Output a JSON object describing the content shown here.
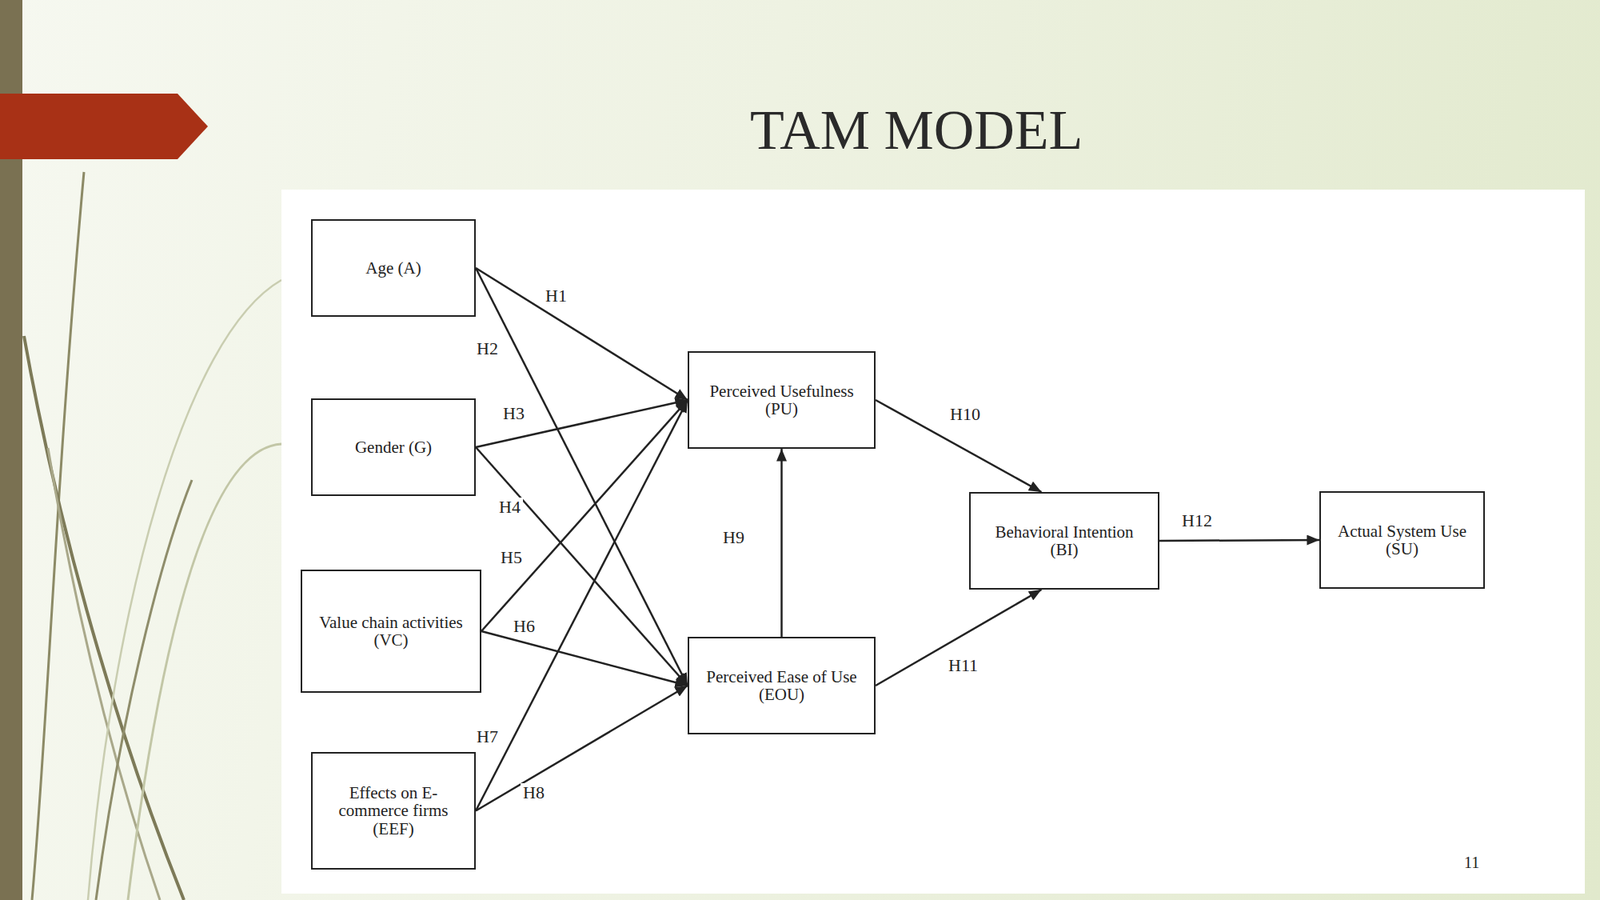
{
  "diagram": {
    "title": "TAM MODEL",
    "nodes": [
      {
        "text": [
          "Age (A)"
        ]
      },
      {
        "text": [
          "Gender (G)"
        ]
      },
      {
        "text": [
          "Value chain activities (VC)"
        ]
      },
      {
        "text": [
          "Effects on E-commerce firms (EEF)"
        ]
      },
      {
        "text": [
          "Perceived Usefulness (PU)"
        ]
      },
      {
        "text": [
          "Perceived Ease of Use (EOU)"
        ]
      },
      {
        "text": [
          "Behavioral Intention (BI)"
        ]
      },
      {
        "text": [
          "Actual System Use (SU)"
        ]
      }
    ],
    "edges": [
      {
        "from": 0,
        "to": 4,
        "arrow": "to",
        "label": "H1"
      },
      {
        "from": 0,
        "to": 5,
        "arrow": "to",
        "label": "H2"
      },
      {
        "from": 1,
        "to": 4,
        "arrow": "to",
        "label": "H3"
      },
      {
        "from": 1,
        "to": 5,
        "arrow": "to",
        "label": "H4"
      },
      {
        "from": 2,
        "to": 4,
        "arrow": "to",
        "label": "H5"
      },
      {
        "from": 2,
        "to": 5,
        "arrow": "to",
        "label": "H6"
      },
      {
        "from": 3,
        "to": 4,
        "arrow": "to",
        "label": "H7"
      },
      {
        "from": 3,
        "to": 5,
        "arrow": "to",
        "label": "H8"
      },
      {
        "from": 5,
        "to": 4,
        "arrow": "to",
        "label": "H9"
      },
      {
        "from": 4,
        "to": 6,
        "arrow": "to",
        "label": "H10"
      },
      {
        "from": 5,
        "to": 6,
        "arrow": "to",
        "label": "H11"
      },
      {
        "from": 6,
        "to": 7,
        "arrow": "to",
        "label": "H12"
      }
    ],
    "labels": [
      "11"
    ]
  }
}
